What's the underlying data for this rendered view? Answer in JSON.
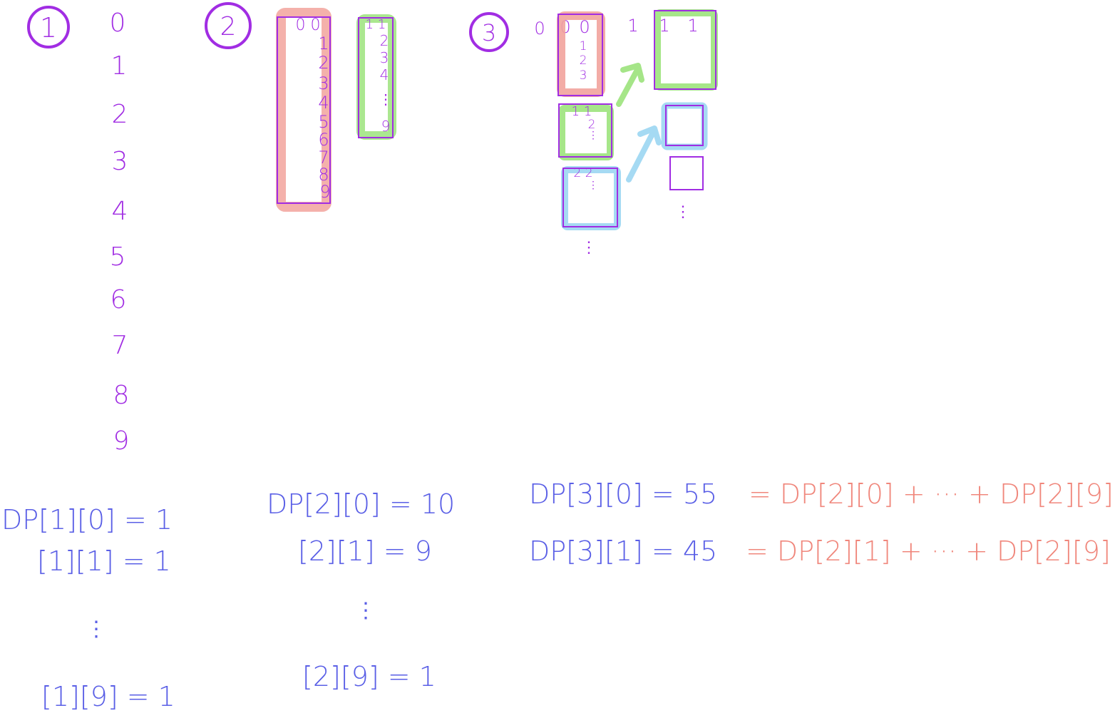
{
  "colors": {
    "purple": "#a12de3",
    "blue": "#5a5fe6",
    "salmon": "#f0877c",
    "red_highlight": "#f2a39c",
    "green_highlight": "#9ce37c",
    "cyan_highlight": "#9cd6f2"
  },
  "section1": {
    "badge": "1",
    "digits": [
      "0",
      "1",
      "2",
      "3",
      "4",
      "5",
      "6",
      "7",
      "8",
      "9"
    ],
    "equations": [
      "DP[1][0] = 1",
      "[1][1] = 1",
      "⋮",
      "[1][9] = 1"
    ]
  },
  "section2": {
    "badge": "2",
    "red_column": {
      "top": "0 0",
      "digits": [
        "1",
        "2",
        "3",
        "4",
        "5",
        "6",
        "7",
        "8",
        "9"
      ]
    },
    "green_column": {
      "top": "1 1",
      "digits": [
        "2",
        "3",
        "4",
        "⋮",
        "9"
      ]
    },
    "equations": [
      "DP[2][0] = 10",
      "[2][1] = 9",
      "⋮",
      "[2][9] = 1"
    ]
  },
  "section3": {
    "badge": "3",
    "top_row": [
      "0",
      "0",
      "0",
      "1",
      "1",
      "1"
    ],
    "red_box": {
      "digits": [
        "1",
        "2",
        "3"
      ]
    },
    "green_box": {
      "top": "1 1",
      "digits": [
        "2",
        "⋮"
      ]
    },
    "blue_box": {
      "top": "2 2",
      "digits": [
        "⋮"
      ]
    },
    "left_dots": "⋮",
    "right_dots": "⋮",
    "eq1_lhs": "DP[3][0] = 55",
    "eq1_rhs": "= DP[2][0] + ··· + DP[2][9]",
    "eq2_lhs": "DP[3][1] = 45",
    "eq2_rhs": "= DP[2][1] + ··· + DP[2][9]"
  }
}
